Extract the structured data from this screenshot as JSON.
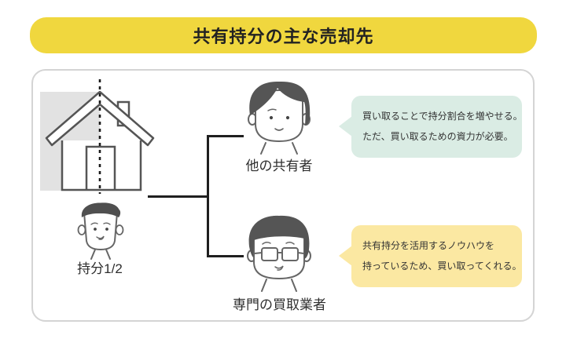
{
  "header": {
    "title": "共有持分の主な売却先"
  },
  "diagram": {
    "owner": {
      "label": "持分1/2",
      "house_icon": "house-split-half-shaded"
    },
    "branches": [
      {
        "label": "他の共有者",
        "person_icon": "co-owner-face",
        "bubble_lines": [
          "買い取ることで持分割合を増やせる。",
          "ただ、買い取るための資力が必要。"
        ],
        "bubble_color": "#DAECE4"
      },
      {
        "label": "専門の買取業者",
        "person_icon": "buyer-with-glasses-face",
        "bubble_lines": [
          "共有持分を活用するノウハウを",
          "持っているため、買い取ってくれる。"
        ],
        "bubble_color": "#FBE8A2"
      }
    ]
  },
  "colors": {
    "banner_bg": "#F0D73E",
    "panel_border": "#D4D4D4",
    "house_shade": "#E2E2E2",
    "bubble_green": "#DAECE4",
    "bubble_yellow": "#FBE8A2",
    "connector_line": "#1F1F1F",
    "text": "#333333"
  }
}
